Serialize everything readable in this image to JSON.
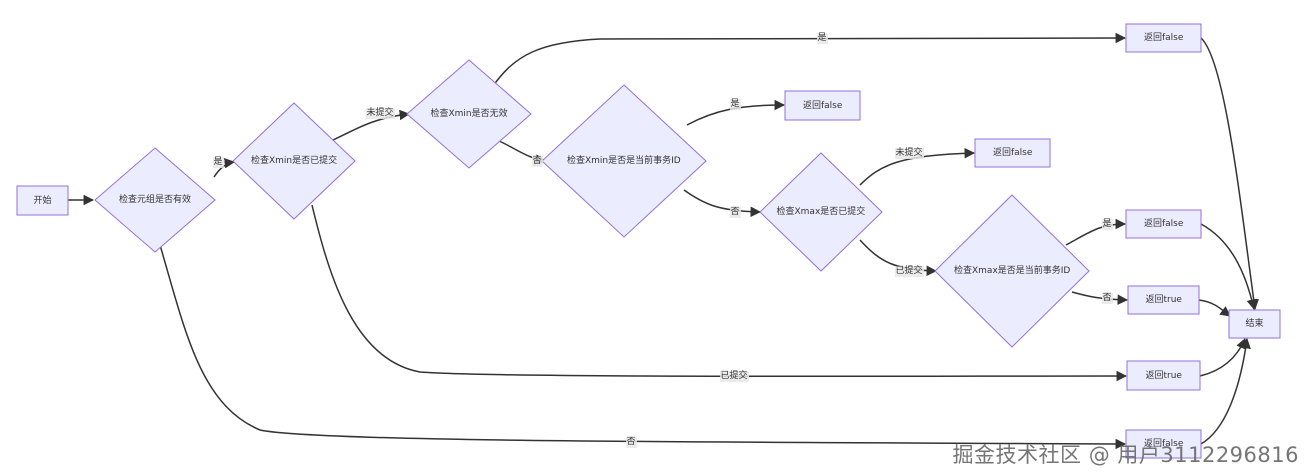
{
  "diagram": {
    "nodes": [
      {
        "id": "start",
        "label": "开始",
        "shape": "rect"
      },
      {
        "id": "check_tuple",
        "label": "检查元组是否有效",
        "shape": "diamond"
      },
      {
        "id": "check_xmin_committed",
        "label": "检查Xmin是否已提交",
        "shape": "diamond"
      },
      {
        "id": "check_xmin_invalid",
        "label": "检查Xmin是否无效",
        "shape": "diamond"
      },
      {
        "id": "check_xmin_current",
        "label": "检查Xmin是否是当前事务ID",
        "shape": "diamond"
      },
      {
        "id": "check_xmax_committed",
        "label": "检查Xmax是否已提交",
        "shape": "diamond"
      },
      {
        "id": "check_xmax_current",
        "label": "检查Xmax是否是当前事务ID",
        "shape": "diamond"
      },
      {
        "id": "ret_false_1",
        "label": "返回false",
        "shape": "rect"
      },
      {
        "id": "ret_false_2",
        "label": "返回false",
        "shape": "rect"
      },
      {
        "id": "ret_false_3",
        "label": "返回false",
        "shape": "rect"
      },
      {
        "id": "ret_false_4",
        "label": "返回false",
        "shape": "rect"
      },
      {
        "id": "ret_true_1",
        "label": "返回true",
        "shape": "rect"
      },
      {
        "id": "ret_true_2",
        "label": "返回true",
        "shape": "rect"
      },
      {
        "id": "ret_false_5",
        "label": "返回false",
        "shape": "rect"
      },
      {
        "id": "end",
        "label": "结束",
        "shape": "rect"
      }
    ],
    "edges": [
      {
        "from": "start",
        "to": "check_tuple",
        "label": ""
      },
      {
        "from": "check_tuple",
        "to": "check_xmin_committed",
        "label": "是"
      },
      {
        "from": "check_tuple",
        "to": "ret_false_5",
        "label": "否"
      },
      {
        "from": "check_xmin_committed",
        "to": "check_xmin_invalid",
        "label": "未提交"
      },
      {
        "from": "check_xmin_committed",
        "to": "ret_true_2",
        "label": "已提交"
      },
      {
        "from": "check_xmin_invalid",
        "to": "ret_false_1",
        "label": "是"
      },
      {
        "from": "check_xmin_invalid",
        "to": "check_xmin_current",
        "label": "否"
      },
      {
        "from": "check_xmin_current",
        "to": "ret_false_2",
        "label": "是"
      },
      {
        "from": "check_xmin_current",
        "to": "check_xmax_committed",
        "label": "否"
      },
      {
        "from": "check_xmax_committed",
        "to": "ret_false_3",
        "label": "未提交"
      },
      {
        "from": "check_xmax_committed",
        "to": "check_xmax_current",
        "label": "已提交"
      },
      {
        "from": "check_xmax_current",
        "to": "ret_false_4",
        "label": "是"
      },
      {
        "from": "check_xmax_current",
        "to": "ret_true_1",
        "label": "否"
      },
      {
        "from": "ret_false_1",
        "to": "end",
        "label": ""
      },
      {
        "from": "ret_false_4",
        "to": "end",
        "label": ""
      },
      {
        "from": "ret_true_1",
        "to": "end",
        "label": ""
      },
      {
        "from": "ret_true_2",
        "to": "end",
        "label": ""
      },
      {
        "from": "ret_false_5",
        "to": "end",
        "label": ""
      }
    ]
  },
  "watermark": "掘金技术社区 @ 用户3112296816"
}
